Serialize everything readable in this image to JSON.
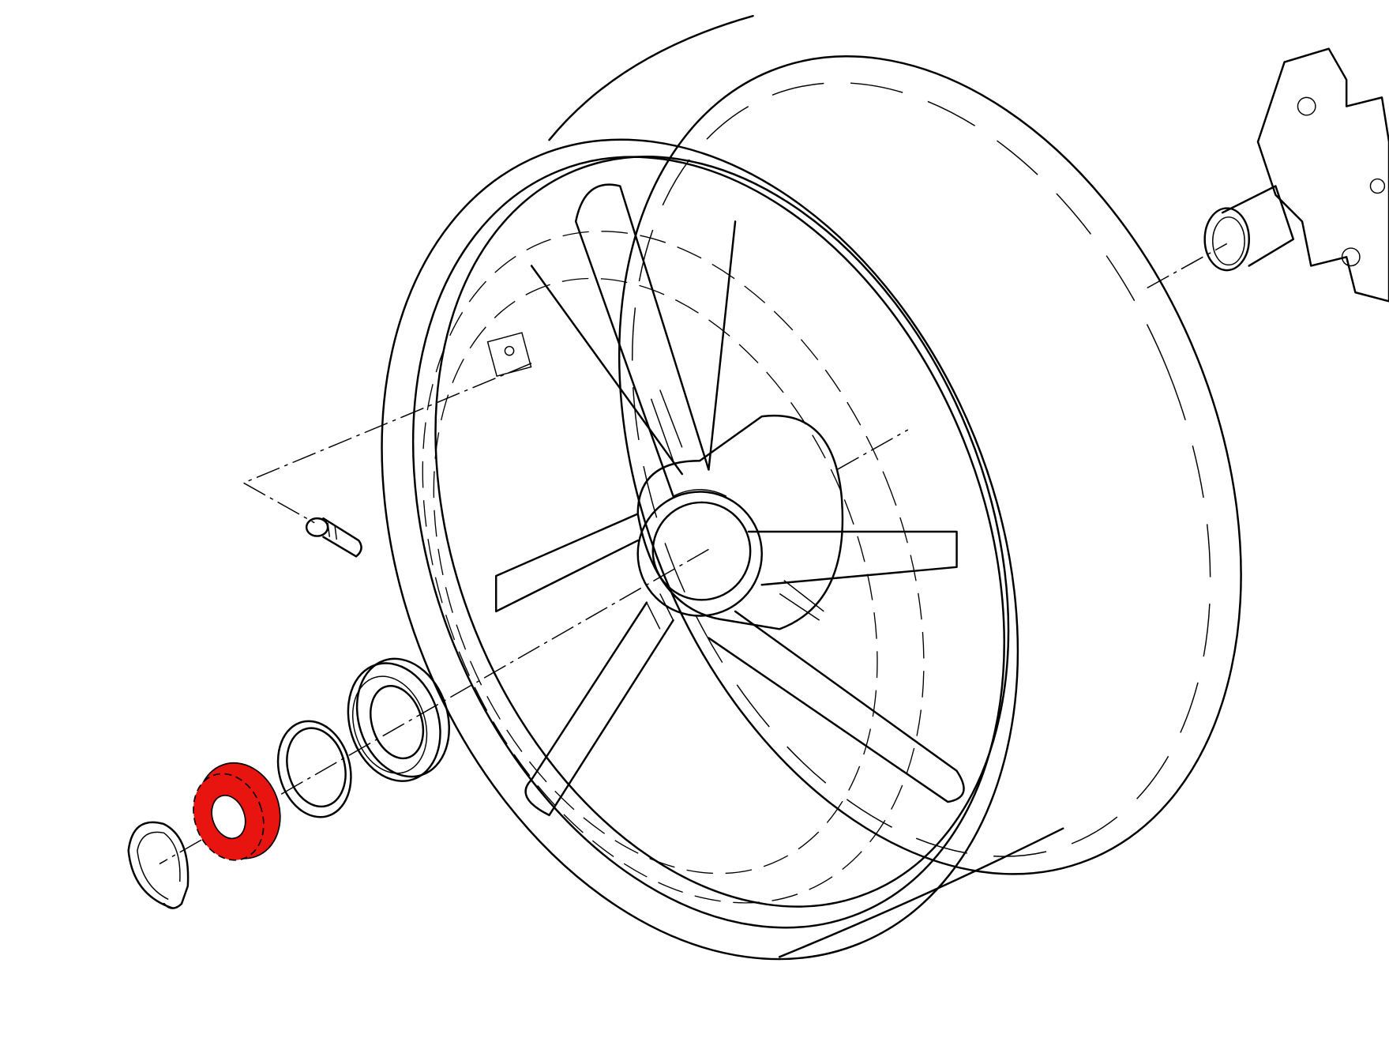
{
  "diagram": {
    "line_color": "#000000",
    "background": "#ffffff",
    "highlight_color": "#e8140f",
    "highlighted_part": "castellated-hub-nut",
    "parts": [
      {
        "id": "wheel-rim"
      },
      {
        "id": "rear-hub-carrier"
      },
      {
        "id": "tyre-valve"
      },
      {
        "id": "bearing-seal"
      },
      {
        "id": "spacer-washer"
      },
      {
        "id": "castellated-hub-nut"
      },
      {
        "id": "circlip"
      }
    ]
  }
}
